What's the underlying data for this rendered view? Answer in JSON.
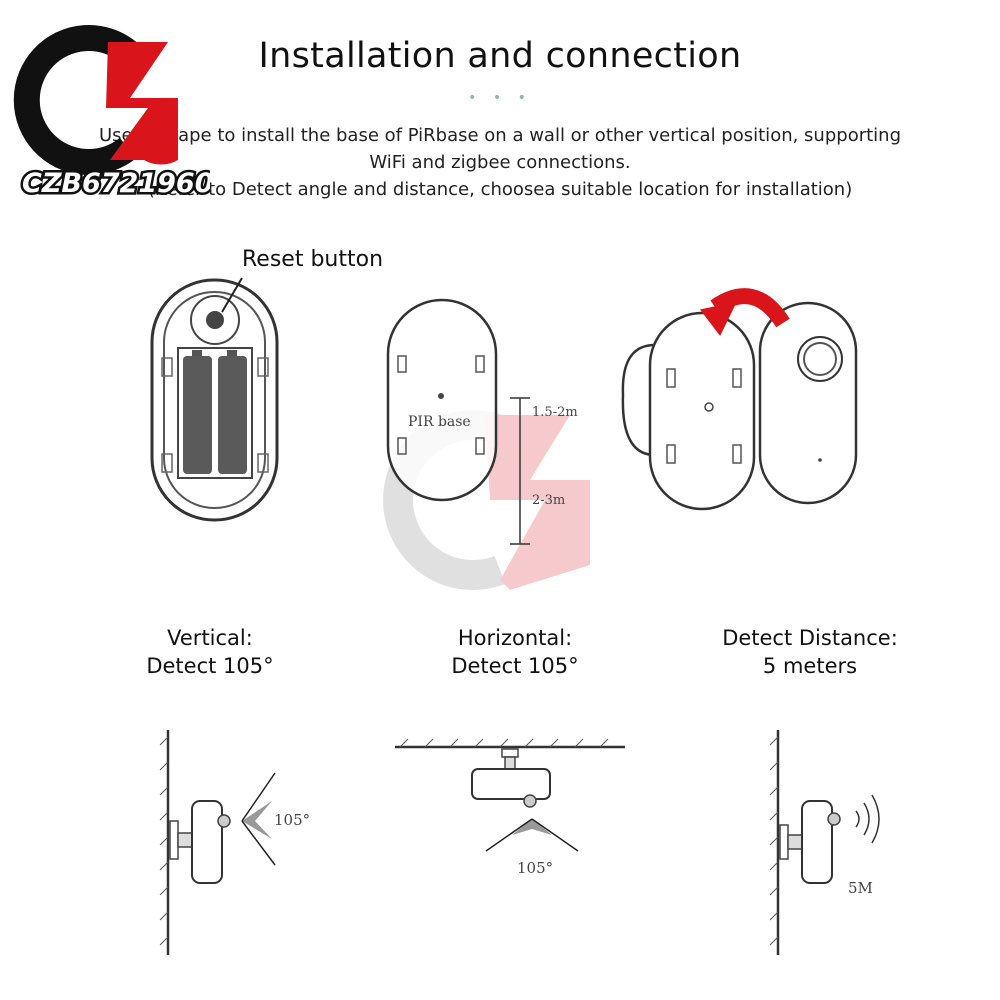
{
  "header": {
    "title": "Installation and connection",
    "dots": "• • •",
    "line1": "Use 3M tape to install the base of PiRbase on a wall or other vertical position, supporting",
    "line2": "WiFi and zigbee connections.",
    "line3": "(Refer to Detect angle and distance, choosea suitable location for installation)"
  },
  "logo": {
    "text": "CZB6721960",
    "color_dark": "#111111",
    "color_red": "#d9141b"
  },
  "diagram": {
    "reset_label": "Reset button",
    "pir_base_label": "PIR base",
    "height_upper": "1.5-2m",
    "height_lower": "2-3m",
    "arrow_color": "#d9141b"
  },
  "captions": {
    "vertical": {
      "line1": "Vertical:",
      "line2": "Detect 105°"
    },
    "horizontal": {
      "line1": "Horizontal:",
      "line2": "Detect 105°"
    },
    "distance": {
      "line1": "Detect Distance:",
      "line2": "5 meters"
    }
  },
  "detect": {
    "vertical_angle": "105°",
    "horizontal_angle": "105°",
    "distance": "5M"
  }
}
